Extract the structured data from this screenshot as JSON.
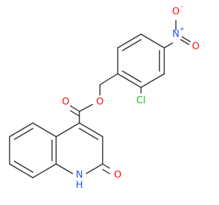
{
  "molecule": {
    "colors": {
      "bond": "#404040",
      "oxygen": "#ff0d0d",
      "nitrogen": "#3050f8",
      "chlorine": "#1fbf1f"
    },
    "atoms": {
      "nitro_n": "N",
      "nitro_n_charge": "+",
      "nitro_o_top": "O",
      "nitro_o_top_charge": "-",
      "nitro_o_right": "O",
      "chlorine": "Cl",
      "ester_o_carbonyl": "O",
      "ester_o_link": "O",
      "lactam_o": "O",
      "nh_n": "N",
      "nh_h": "H"
    }
  }
}
